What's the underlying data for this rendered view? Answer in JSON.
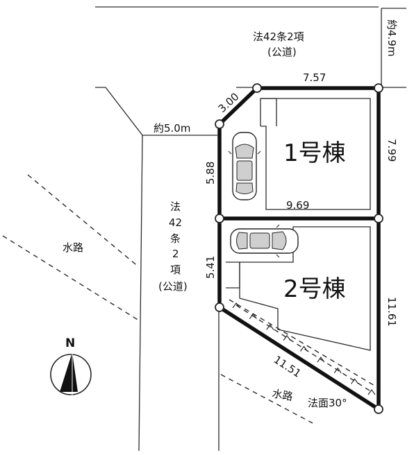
{
  "lots": {
    "lot1": "1号棟",
    "lot2": "2号棟"
  },
  "dimensions": {
    "top_edge": "7.57",
    "corner_cut": "3.00",
    "lot1_left": "5.88",
    "lot1_right": "7.99",
    "shared_edge": "9.69",
    "lot2_left": "5.41",
    "lot2_right": "11.61",
    "lot2_diagonal": "11.51"
  },
  "roads": {
    "north_road": {
      "line1": "法42条2項",
      "line2": "(公道)",
      "width": "約4.9m"
    },
    "west_road": {
      "chars": [
        "法",
        "42",
        "条",
        "2",
        "項",
        "(公道)"
      ],
      "width": "約5.0m"
    }
  },
  "waterways": {
    "west": "水路",
    "south": "水路"
  },
  "slope_label": "法面30°",
  "compass": {
    "label": "N"
  },
  "colors": {
    "line": "#111111",
    "car_glass": "#cfcfcf",
    "background": "#ffffff"
  }
}
